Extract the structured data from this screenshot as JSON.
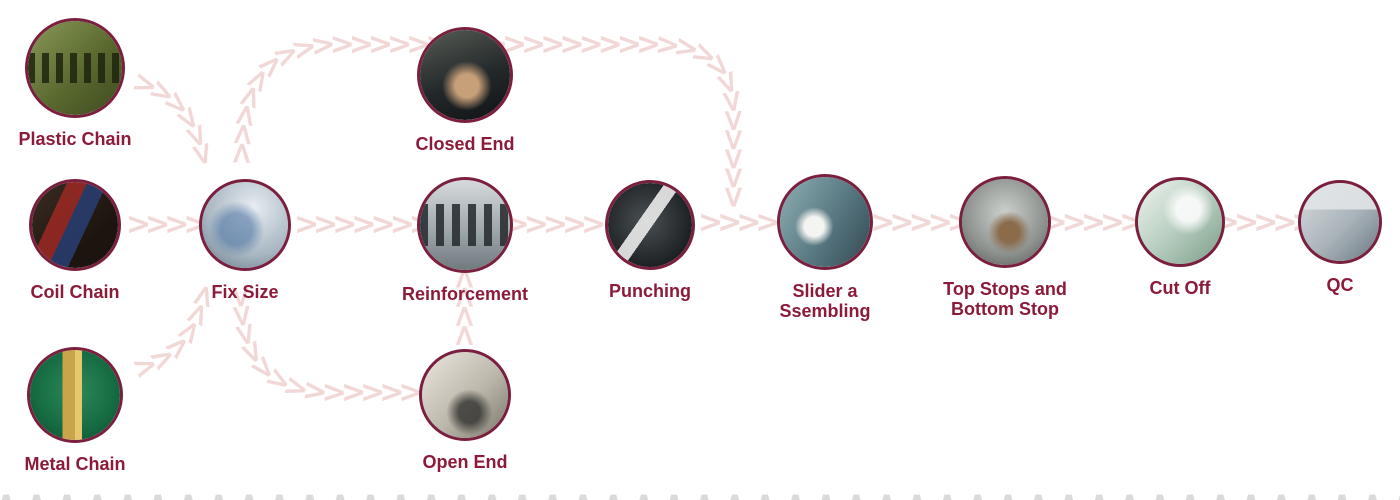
{
  "diagram": {
    "type": "process-flow",
    "accent_color": "#8b1b39",
    "circle_border_color": "#7a1f3d",
    "chevron_color": "#f2d7d7",
    "bottom_strip_color": "#dadada",
    "chevron_glyph": ">",
    "bottom_glyph": "∧",
    "nodes": [
      {
        "id": "plastic-chain",
        "label": "Plastic Chain",
        "photo": "plastic-chain-photo"
      },
      {
        "id": "coil-chain",
        "label": "Coil Chain",
        "photo": "coil-chain-photo"
      },
      {
        "id": "metal-chain",
        "label": "Metal Chain",
        "photo": "metal-chain-photo"
      },
      {
        "id": "fix-size",
        "label": "Fix Size",
        "photo": "fix-size-photo"
      },
      {
        "id": "closed-end",
        "label": "Closed End",
        "photo": "closed-end-photo"
      },
      {
        "id": "reinforcement",
        "label": "Reinforcement",
        "photo": "reinforcement-photo"
      },
      {
        "id": "open-end",
        "label": "Open End",
        "photo": "open-end-photo"
      },
      {
        "id": "punching",
        "label": "Punching",
        "photo": "punching-photo"
      },
      {
        "id": "slider-assembling",
        "label_line1": "Slider a",
        "label_line2": "Ssembling",
        "photo": "slider-assembling-photo"
      },
      {
        "id": "top-stops-bottom-stop",
        "label_line1": "Top Stops and",
        "label_line2": "Bottom Stop",
        "photo": "top-stops-photo"
      },
      {
        "id": "cut-off",
        "label": "Cut Off",
        "photo": "cut-off-photo"
      },
      {
        "id": "qc",
        "label": "QC",
        "photo": "qc-photo"
      }
    ]
  }
}
